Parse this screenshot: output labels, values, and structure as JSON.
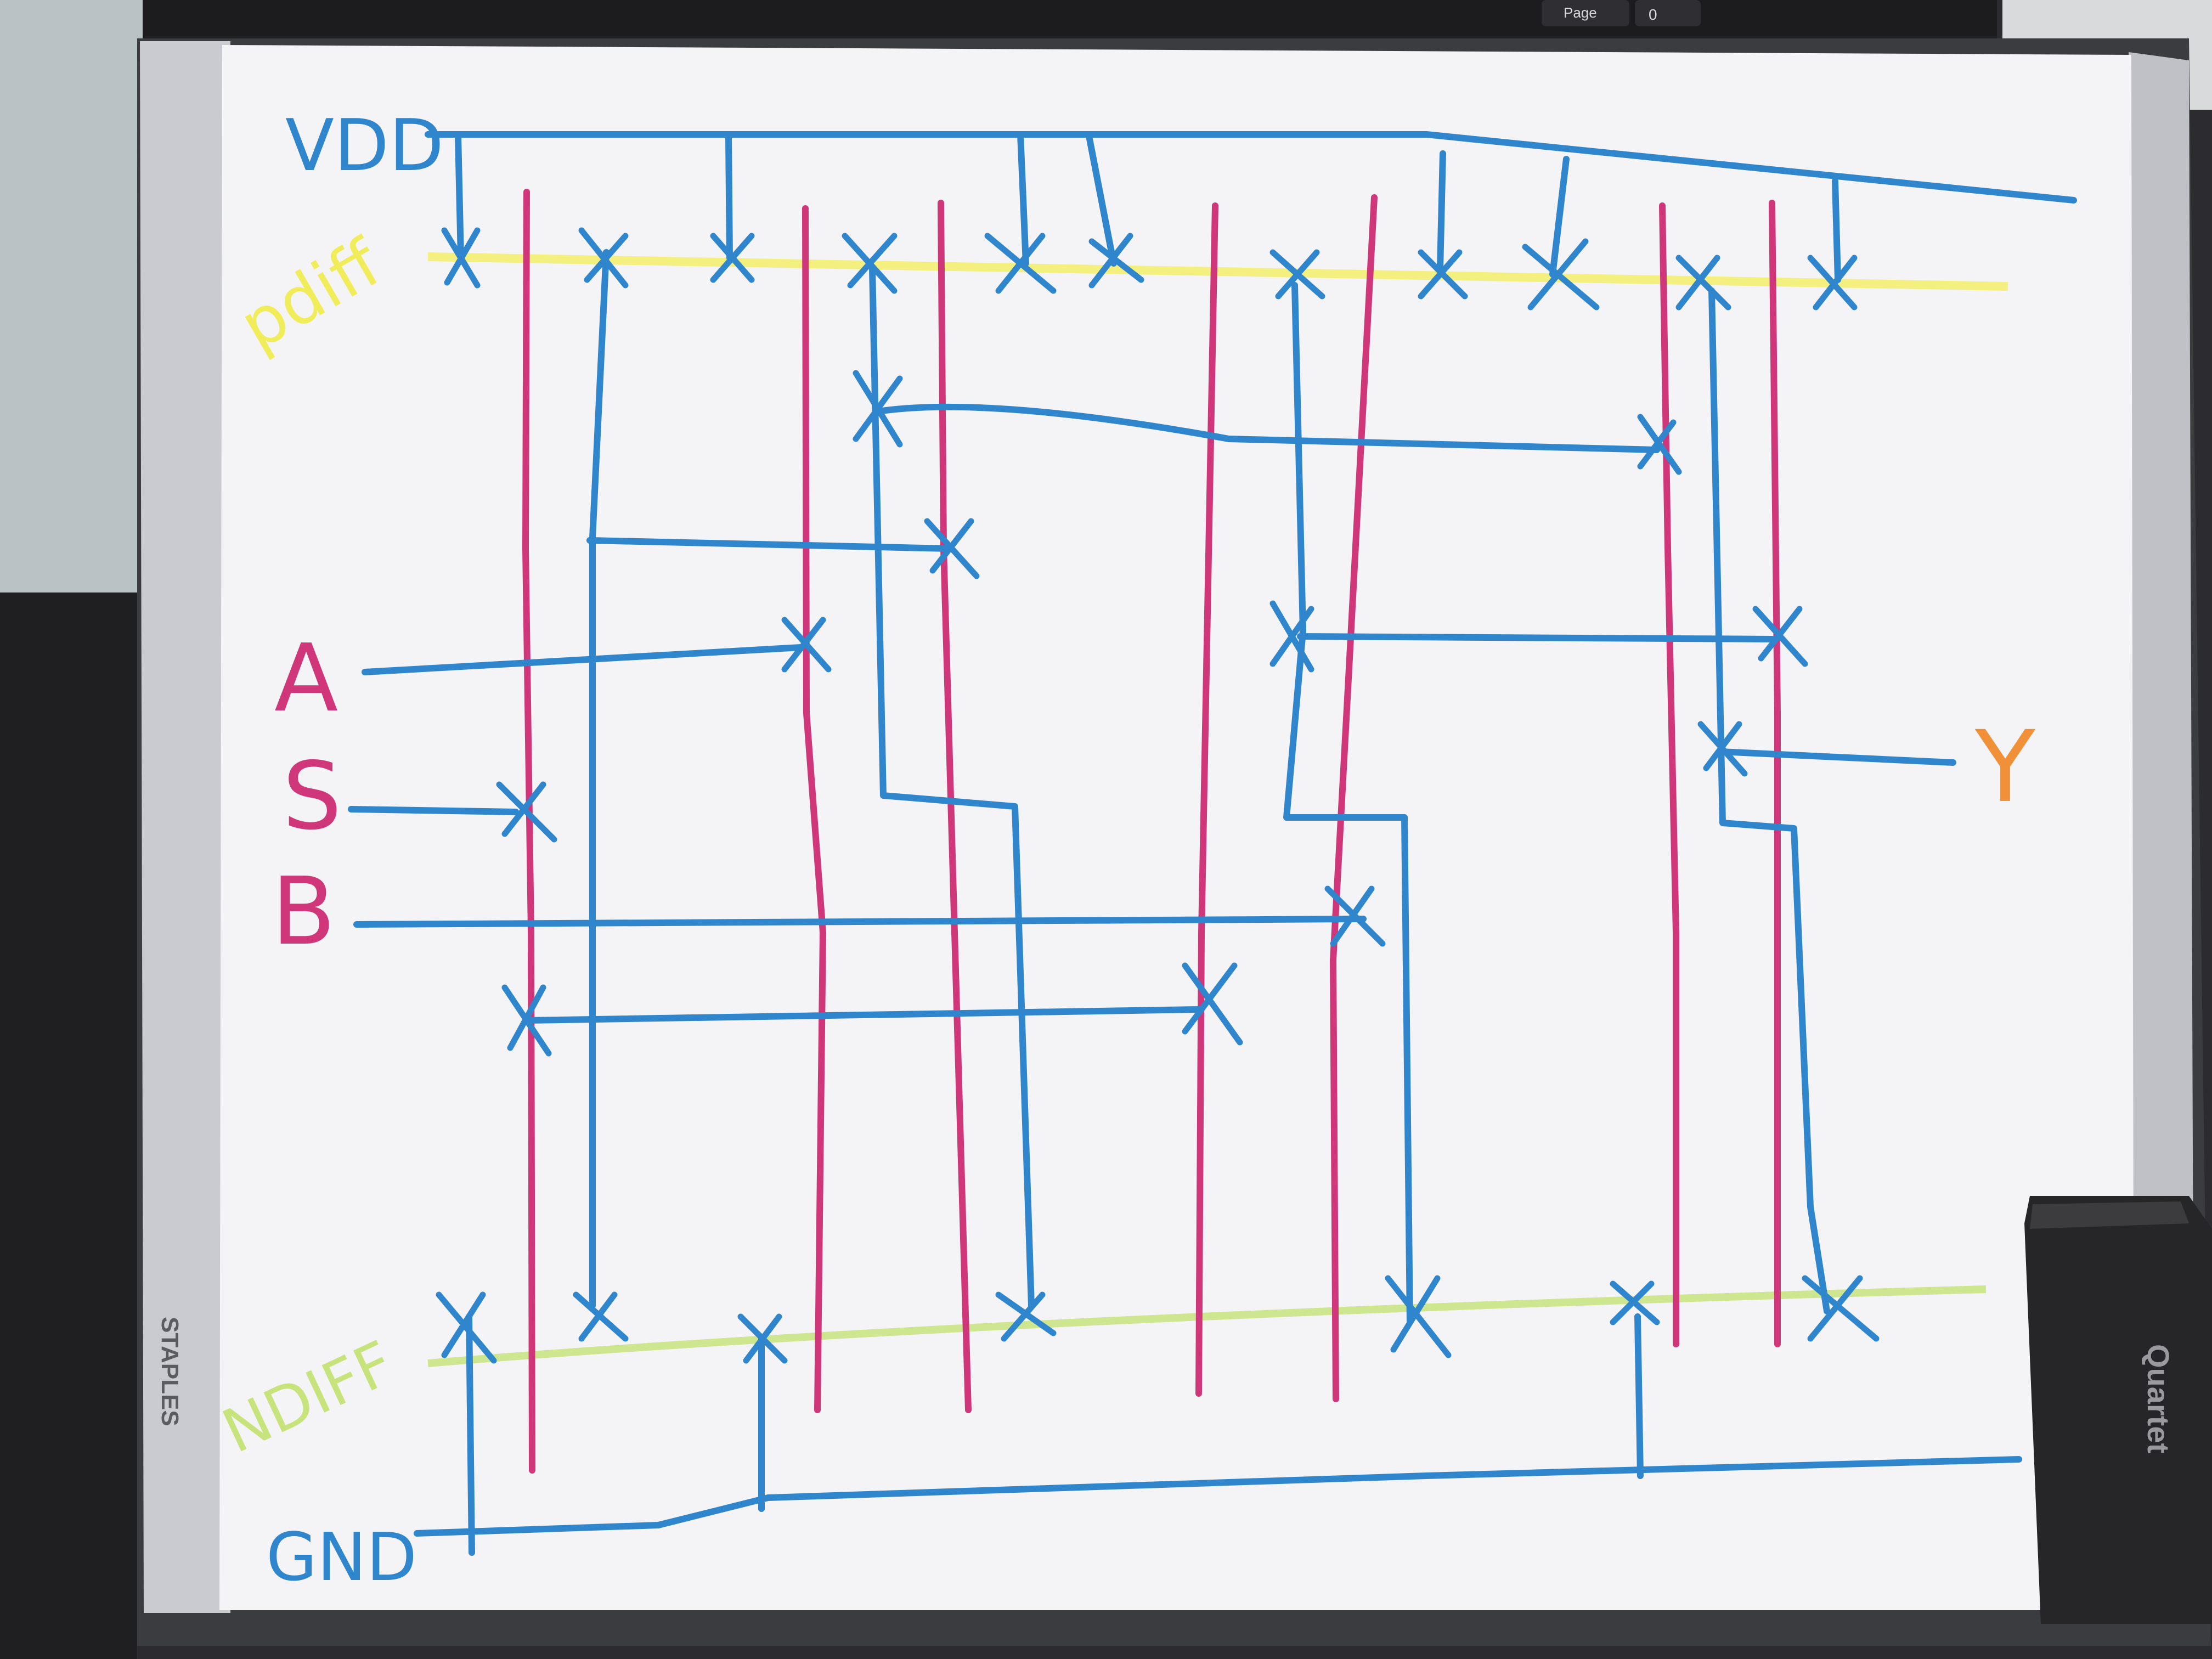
{
  "keyboard": {
    "key_label": "Page",
    "key_label_2": "0"
  },
  "board": {
    "brand": "STAPLES",
    "eraser_brand": "Quartet"
  },
  "rails": {
    "vdd_label": "VDD",
    "pdiff_label": "pdiff",
    "ndiff_label": "NDIFF",
    "gnd_label": "GND"
  },
  "inputs": {
    "a_label": "A",
    "s_label": "S",
    "b_label": "B"
  },
  "outputs": {
    "y_label": "Y"
  },
  "colors": {
    "blue_ink": "#2f86cc",
    "pink_ink": "#d0367a",
    "yellow_ink": "#f2ee6a",
    "green_ink": "#c7e37c",
    "orange_ink": "#f0913a",
    "board_white": "#f4f4f6",
    "frame_silver": "#c9cbd0",
    "frame_dark": "#3b3c40"
  }
}
